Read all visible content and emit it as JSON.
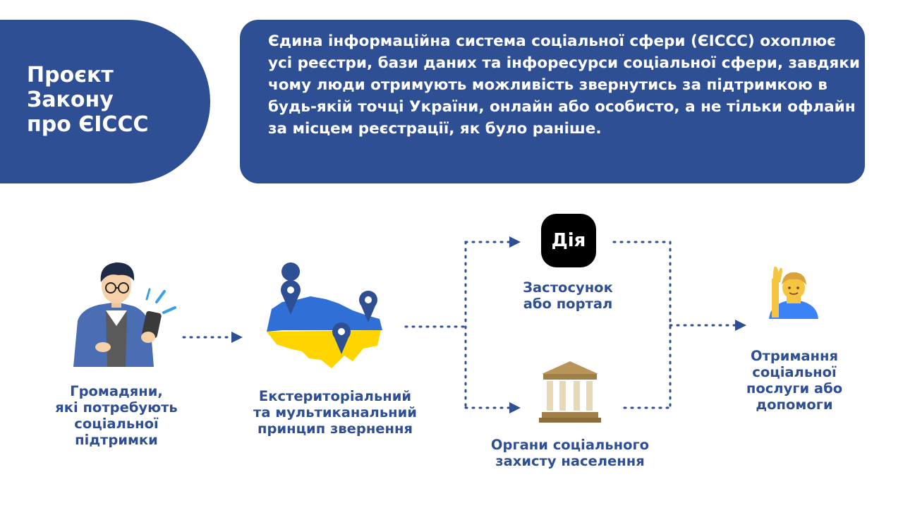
{
  "header": {
    "title_lines": [
      "Проєкт",
      "Закону",
      "про ЄІССС"
    ],
    "description": "Єдина інформаційна система соціальної сфери (ЄІССС) охоплює усі реєстри, бази даних та інфоресурси соціальної сфери, завдяки чому люди отримують можливість звернутись за підтримкою в будь-якій точці України, онлайн або особисто, а не тільки офлайн за місцем реєстрації, як було раніше."
  },
  "flow": {
    "citizens": [
      "Громадяни,",
      "які потребують",
      "соціальної",
      "підтримки"
    ],
    "principle": [
      "Екстериторіальний",
      "та мультиканальний",
      "принцип звернення"
    ],
    "app": [
      "Застосунок",
      "або портал"
    ],
    "app_logo": "Дія",
    "agencies": [
      "Органи соціального",
      "захисту населення"
    ],
    "result": [
      "Отримання",
      "соціальної",
      "послуги або",
      "допомоги"
    ]
  },
  "colors": {
    "brand": "#2f4f94",
    "ua_blue": "#2f6fd6",
    "ua_yellow": "#ffd500",
    "pin": "#2f4f94"
  },
  "icons": [
    "person-phone-icon",
    "ukraine-map-icon",
    "diia-logo-icon",
    "government-building-icon",
    "raised-hand-icon"
  ]
}
